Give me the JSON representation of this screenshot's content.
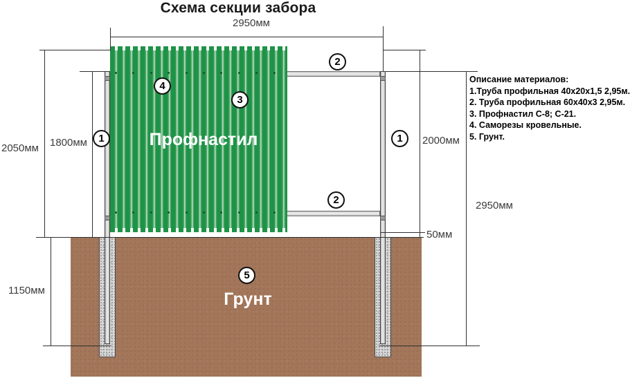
{
  "title": "Схема секции забора",
  "labels": {
    "panel": "Профнастил",
    "soil": "Грунт"
  },
  "dimensions": {
    "span_top": "2950мм",
    "height_total": "2050мм",
    "height_rails": "1800мм",
    "depth_underground": "1150мм",
    "post_above_ground": "2000мм",
    "post_total": "2950мм",
    "bottom_gap": "50мм"
  },
  "callouts": {
    "post": "1",
    "rail": "2",
    "sheet": "3",
    "screws": "4",
    "soil": "5"
  },
  "materials": {
    "heading": "Описание материалов:",
    "items": [
      "1.Труба профильная 40х20х1,5 2,95м.",
      "2. Труба профильная 60х40х3 2,95м.",
      "3. Профнастил С-8; С-21.",
      "4. Саморезы кровельные.",
      "5. Грунт."
    ]
  },
  "colors": {
    "panel_green": "#1E9347",
    "panel_stripe_light": "#BAD7C0",
    "soil_brown": "#A3765A",
    "gravel_gray": "#D8D8D8",
    "line_black": "#2F2F2F"
  }
}
